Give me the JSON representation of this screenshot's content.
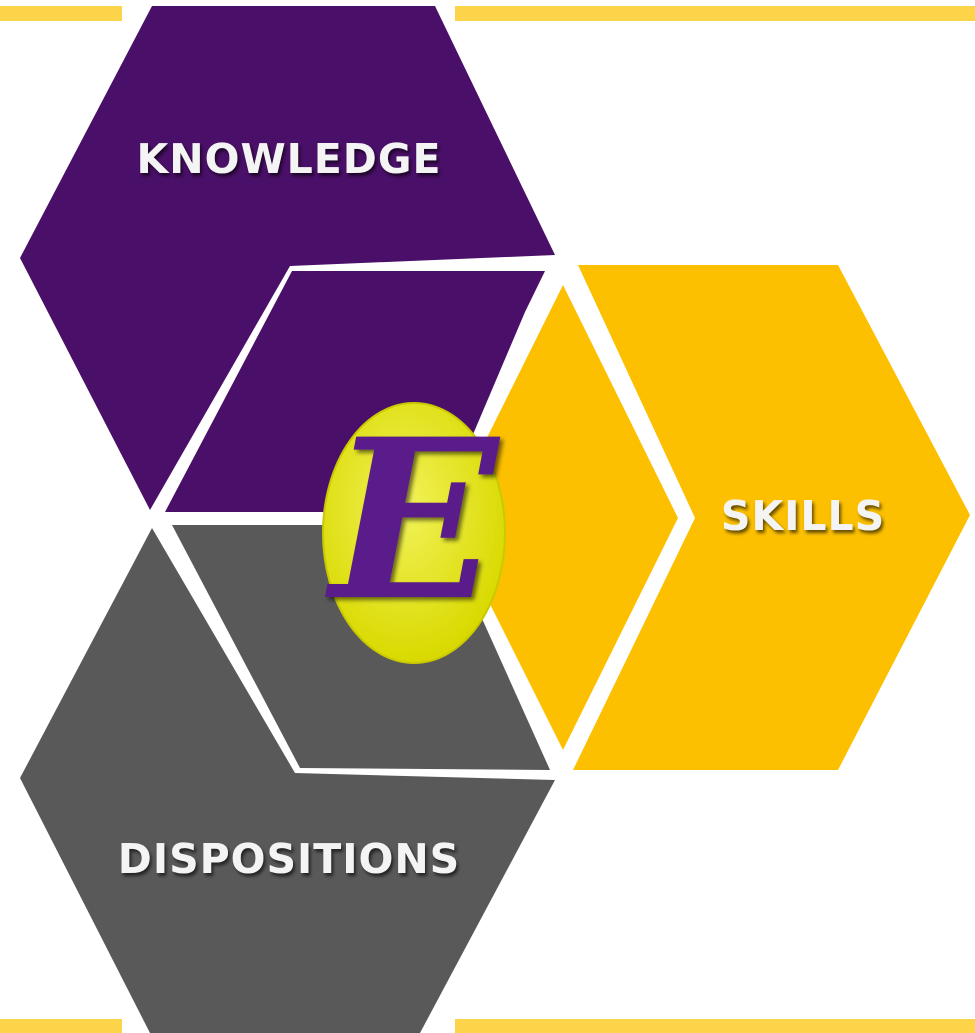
{
  "labels": {
    "knowledge": "KNOWLEDGE",
    "skills": "SKILLS",
    "dispositions": "DISPOSITIONS"
  },
  "emblem": {
    "letter": "E"
  },
  "colors": {
    "purple": "#4a0f68",
    "gold": "#fcc000",
    "gray": "#595959",
    "accent_bar": "#fcd44a",
    "emblem_fill": "#e6e600",
    "emblem_letter": "#5a1a8a",
    "label_text": "#f4f4f4"
  }
}
